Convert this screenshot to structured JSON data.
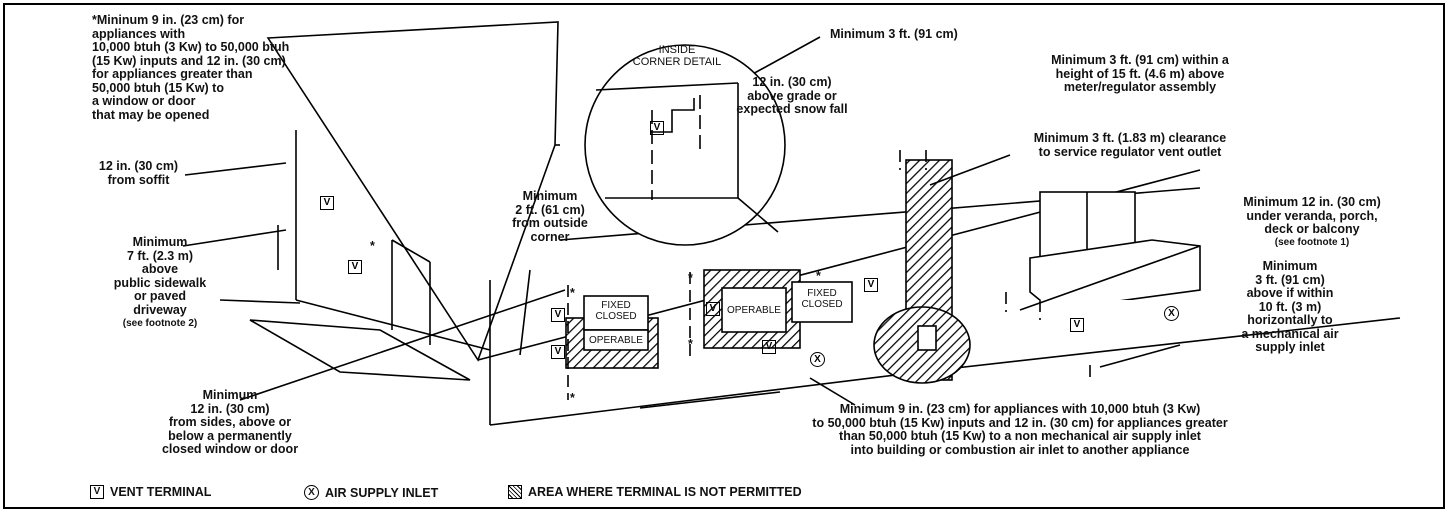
{
  "labels": {
    "window_door_clearance": "*Mininum 9 in. (23 cm) for appliances with\n10,000 btuh (3 Kw) to 50,000 btuh\n(15 Kw) inputs and 12 in. (30 cm)\nfor appliances greater than\n50,000 btuh (15 Kw) to\na window or door\nthat may be opened",
    "soffit": "12 in. (30 cm)\nfrom soffit",
    "sidewalk": "Minimum\n7 ft. (2.3 m)\nabove\npublic sidewalk\nor paved\ndriveway",
    "sidewalk_note": "(see footnote 2)",
    "sides_closed_window": "Minimum\n12 in. (30 cm)\nfrom sides, above or\nbelow a permanently\nclosed window or door",
    "inside_corner_detail": "INSIDE\nCORNER DETAIL",
    "inside_corner_min": "Minimum 3 ft. (91 cm)",
    "above_grade": "12 in. (30 cm)\nabove grade or\nexpected snow fall",
    "outside_corner": "Minimum\n2 ft. (61 cm)\nfrom outside\ncorner",
    "meter_regulator": "Minimum 3 ft. (91 cm) within a\nheight of 15 ft. (4.6 m) above\nmeter/regulator assembly",
    "service_regulator": "Minimum 3 ft. (1.83 m) clearance\nto service regulator vent outlet",
    "veranda": "Minimum 12 in. (30 cm)\nunder veranda, porch,\ndeck or balcony",
    "veranda_note": "(see footnote 1)",
    "mechanical_inlet": "Minimum\n3 ft. (91 cm)\nabove if within\n10 ft. (3 m)\nhorizontally to\na mechanical air\nsupply inlet",
    "non_mechanical_inlet": "Minimum 9 in. (23 cm) for appliances with 10,000 btuh (3 Kw)\nto 50,000 btuh (15 Kw) inputs and 12 in. (30 cm) for appliances greater\nthan 50,000 btuh (15 Kw) to a non mechanical air supply inlet\ninto building or combustion air inlet to another appliance"
  },
  "window_text": {
    "fixed_closed": "FIXED\nCLOSED",
    "operable": "OPERABLE"
  },
  "symbols": {
    "vent": "V",
    "air": "X",
    "asterisk": "*"
  },
  "legend": {
    "vent_terminal": "VENT TERMINAL",
    "air_supply_inlet": "AIR SUPPLY INLET",
    "not_permitted": "AREA WHERE TERMINAL IS NOT PERMITTED"
  }
}
